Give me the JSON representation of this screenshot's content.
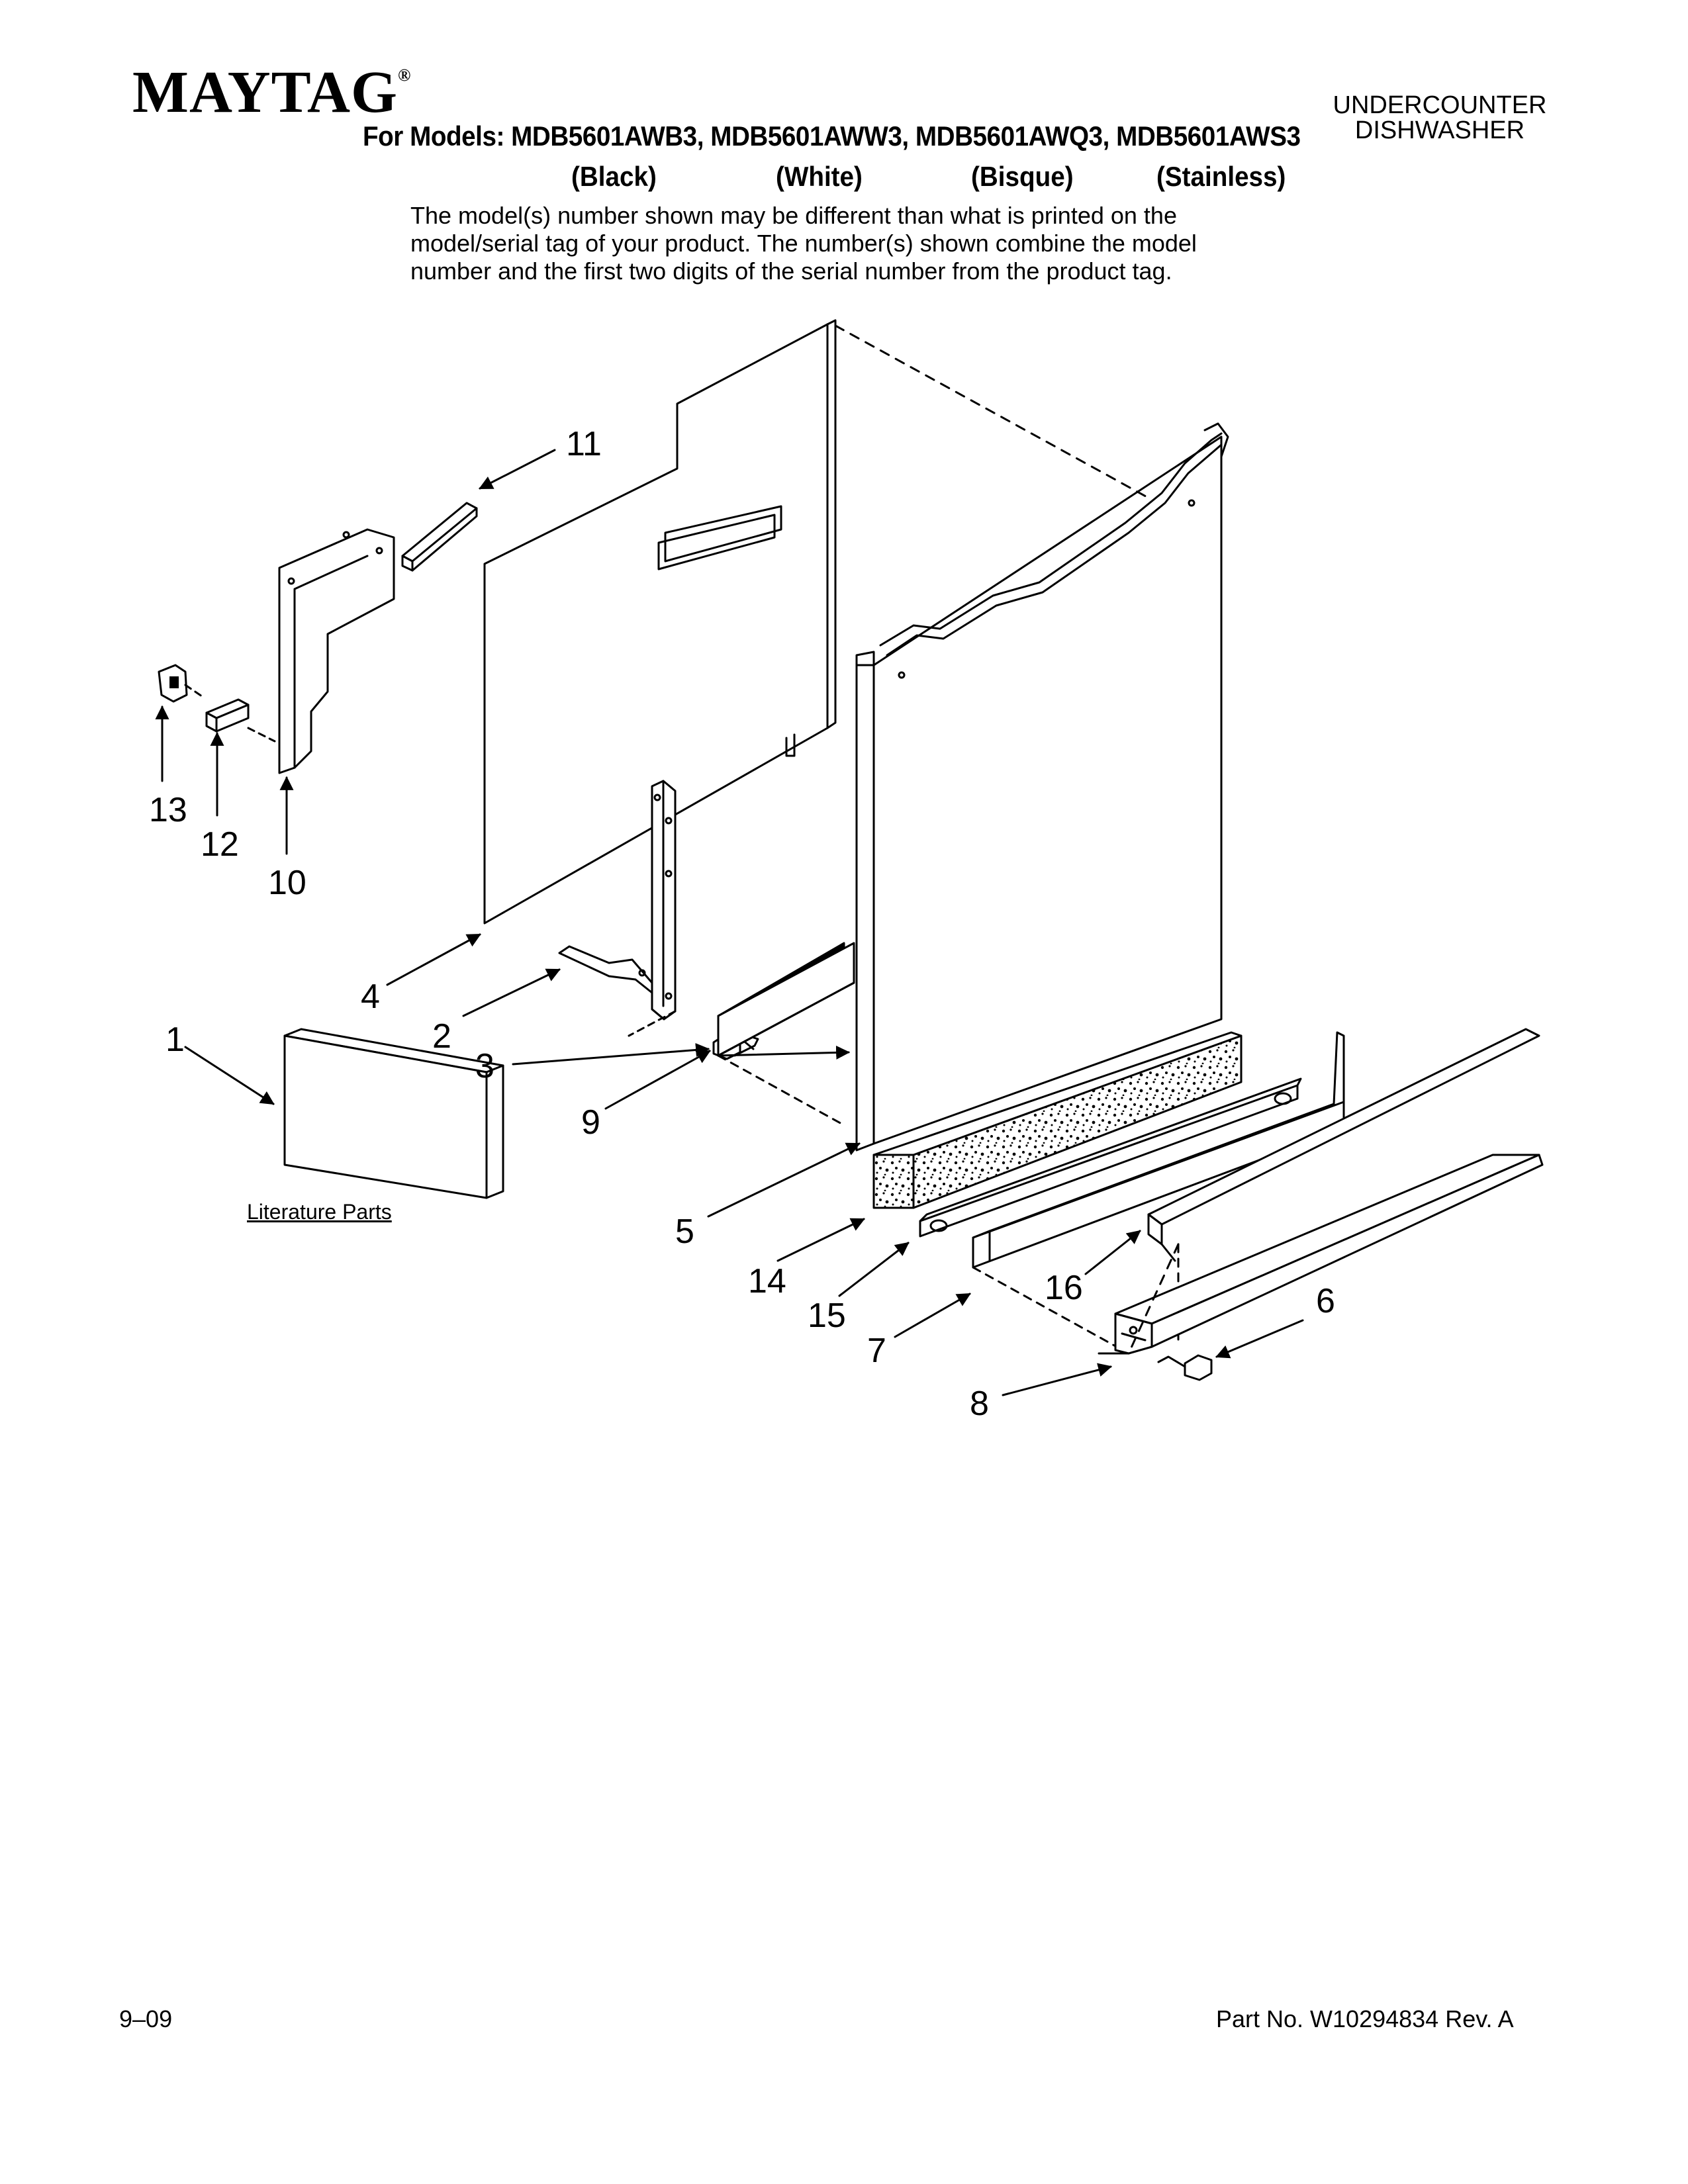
{
  "header": {
    "brand": "MAYTAG",
    "brand_mark": "®",
    "product_type_line1": "UNDERCOUNTER",
    "product_type_line2": "DISHWASHER",
    "models_line": "For Models: MDB5601AWB3, MDB5601AWW3, MDB5601AWQ3, MDB5601AWS3",
    "variants": [
      "(Black)",
      "(White)",
      "(Bisque)",
      "(Stainless)"
    ],
    "notice_lines": [
      "The model(s) number shown may be different than what is printed on the",
      "model/serial tag of your product. The number(s) shown combine the model",
      "number and the first two digits of the serial number from the product tag."
    ]
  },
  "diagram": {
    "callouts": [
      "11",
      "13",
      "12",
      "10",
      "4",
      "1",
      "2",
      "3",
      "9",
      "5",
      "14",
      "15",
      "7",
      "16",
      "6",
      "8"
    ],
    "literature_label": "Literature Parts"
  },
  "footer": {
    "date": "9–09",
    "part_number": "Part No. W10294834 Rev. A"
  }
}
